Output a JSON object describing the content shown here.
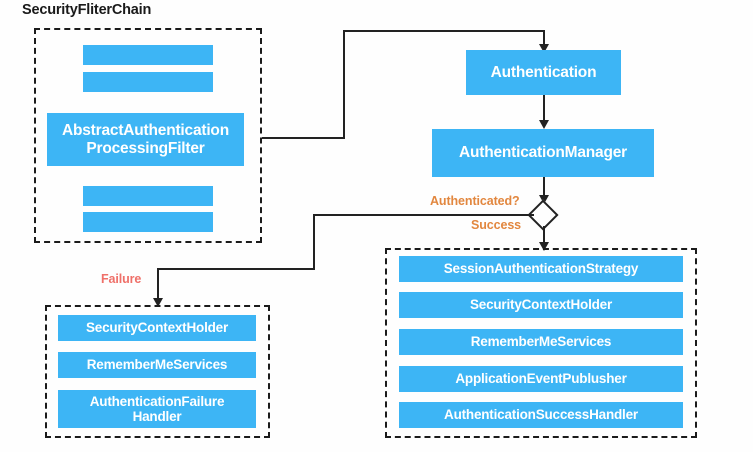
{
  "diagram": {
    "title": "SecurityFliterChain",
    "colors": {
      "box_blue": "#3db5f5",
      "line": "#222222",
      "label_orange": "#e2873f",
      "label_red": "#ef7069",
      "background": "#fefefe",
      "title_text": "#1a1a1a"
    },
    "filter_chain": {
      "label": "SecurityFliterChain",
      "bars": [
        {
          "label": ""
        },
        {
          "label": ""
        },
        {
          "label": "AbstractAuthentication\nProcessingFilter"
        },
        {
          "label": ""
        },
        {
          "label": ""
        }
      ]
    },
    "flow_nodes": {
      "authentication": "Authentication",
      "authentication_manager": "AuthenticationManager",
      "decision": "Authenticated?"
    },
    "edge_labels": {
      "authenticated": "Authenticated?",
      "success": "Success",
      "failure": "Failure"
    },
    "success_group": {
      "items": [
        "SessionAuthenticationStrategy",
        "SecurityContextHolder",
        "RememberMeServices",
        "ApplicationEventPublusher",
        "AuthenticationSuccessHandler"
      ]
    },
    "failure_group": {
      "items": [
        "SecurityContextHolder",
        "RememberMeServices",
        "AuthenticationFailure\nHandler"
      ]
    }
  }
}
